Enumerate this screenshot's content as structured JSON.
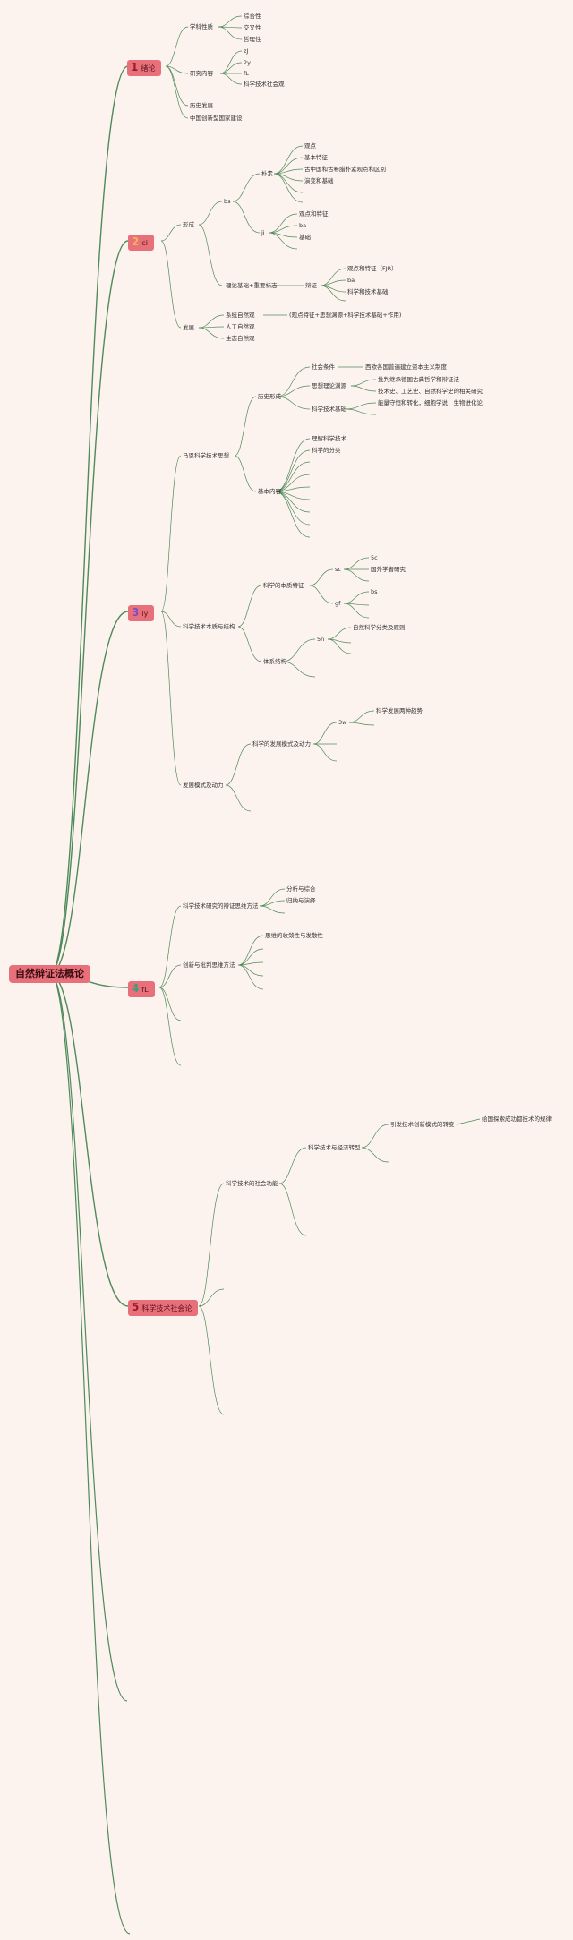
{
  "colors": {
    "background": "#fdf3ee",
    "branch": "#4e8a5a",
    "node_fill": "#e8707a"
  },
  "root": {
    "label": "自然辩证法概论"
  },
  "sections": [
    {
      "num": "1",
      "label": "绪论"
    },
    {
      "num": "2",
      "label": "ci"
    },
    {
      "num": "3",
      "label": "ly"
    },
    {
      "num": "4",
      "label": "fL"
    },
    {
      "num": "5",
      "label": "科学技术社会论"
    }
  ],
  "labels": {
    "s1_subject": "学科性质",
    "s1_subject_a": "综合性",
    "s1_subject_b": "交叉性",
    "s1_subject_c": "哲理性",
    "s1_content": "研究内容",
    "s1_content_a": "zJ",
    "s1_content_b": "2y",
    "s1_content_c": "fL",
    "s1_content_d": "科学技术社会观",
    "s1_history": "历史发展",
    "s1_china": "中国创新型国家建设",
    "s2_form": "形成",
    "s2_bs": "bs",
    "s2_pu": "朴素",
    "s2_pu_a": "观点",
    "s2_pu_b": "基本特征",
    "s2_pu_c": "古中国和古希腊朴素观点和区别",
    "s2_pu_d": "演变和基础",
    "s2_ji": "ji",
    "s2_ji_a": "观点和特征",
    "s2_ji_b": "ba",
    "s2_ji_c": "基础",
    "s2_theory": "理论基础+重要标志",
    "s2_bianzheng": "辩证",
    "s2_bz_a": "观点和特征（FJR）",
    "s2_bz_b": "ba",
    "s2_bz_c": "科学和技术基础",
    "s2_develop": "发展",
    "s2_dev_a": "系统自然观",
    "s2_dev_a_note": "(观点特征+思想渊源+科学技术基础+作用)",
    "s2_dev_b": "人工自然观",
    "s2_dev_c": "生态自然观",
    "s3_marx": "马恩科学技术思想",
    "s3_hist": "历史形成",
    "s3_hist_a": "社会条件",
    "s3_hist_a_note": "西欧各国普遍建立资本主义制度",
    "s3_hist_b": "思想理论渊源",
    "s3_hist_b1": "批判继承德国古典哲学和辩证法",
    "s3_hist_b2": "技术史、工艺史、自然科学史的相关研究",
    "s3_hist_c": "科学技术基础",
    "s3_hist_c1": "能量守恒和转化，细胞学说，生物进化论",
    "s3_basic": "基本内容",
    "s3_basic_a": "理解科学技术",
    "s3_basic_b": "科学的分类",
    "s3_nature": "科学技术本质与结构",
    "s3_essence": "科学的本质特征",
    "s3_sc": "sc",
    "s3_sc_a": "5c",
    "s3_sc_b": "国外学者研究",
    "s3_gf": "gf",
    "s3_gf_a": "bs",
    "s3_system": "体系结构",
    "s3_sys_a": "5n",
    "s3_sys_a1": "自然科学分类及原则",
    "s3_mode": "发展模式及动力",
    "s3_mode_a": "科学的发展模式及动力",
    "s3_mode_b": "3w",
    "s3_mode_b1": "科学发展两种趋势",
    "s4_method": "科学技术研究的辩证思维方法",
    "s4_method_a": "分析与综合",
    "s4_method_b": "归纳与演绎",
    "s4_innov": "创新与批判思维方法",
    "s4_innov_a": "思维的收敛性与发散性",
    "s5_func": "科学技术的社会功能",
    "s5_econ": "科学技术与经济转型",
    "s5_econ_a": "引发技术创新模式的转变",
    "s5_econ_a1": "给国探索成功都技术的规律"
  }
}
